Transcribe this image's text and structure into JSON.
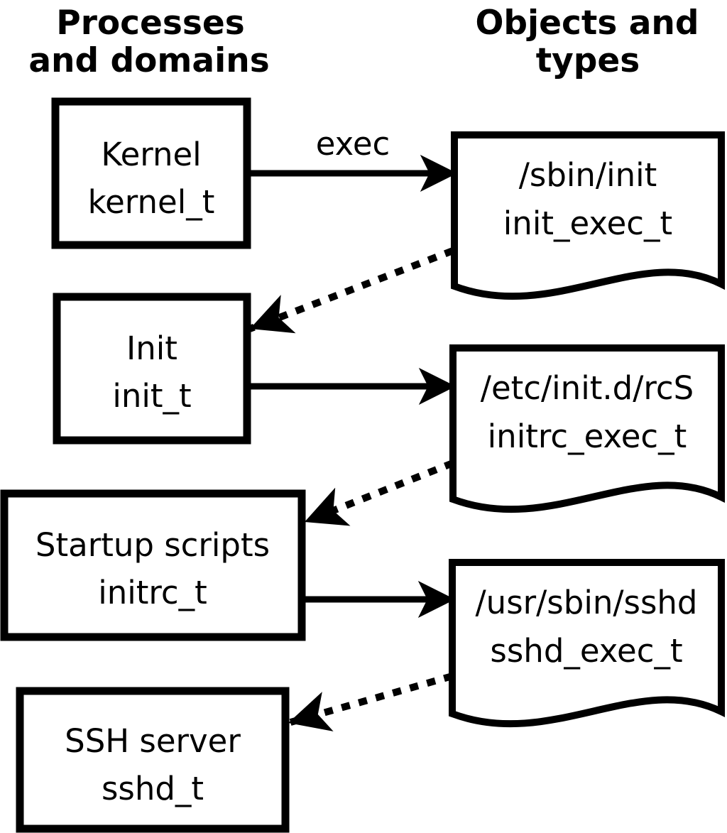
{
  "columns": {
    "left": {
      "line1": "Processes",
      "line2": "and domains"
    },
    "right": {
      "line1": "Objects and",
      "line2": "types"
    }
  },
  "processes": [
    {
      "line1": "Kernel",
      "line2": "kernel_t"
    },
    {
      "line1": "Init",
      "line2": "init_t"
    },
    {
      "line1": "Startup scripts",
      "line2": "initrc_t"
    },
    {
      "line1": "SSH server",
      "line2": "sshd_t"
    }
  ],
  "objects": [
    {
      "line1": "/sbin/init",
      "line2": "init_exec_t"
    },
    {
      "line1": "/etc/init.d/rcS",
      "line2": "initrc_exec_t"
    },
    {
      "line1": "/usr/sbin/sshd",
      "line2": "sshd_exec_t"
    }
  ],
  "edges": [
    {
      "from": "Kernel kernel_t",
      "to": "/sbin/init init_exec_t",
      "style": "solid",
      "label": "exec"
    },
    {
      "from": "/sbin/init init_exec_t",
      "to": "Init init_t",
      "style": "dotted",
      "label": ""
    },
    {
      "from": "Init init_t",
      "to": "/etc/init.d/rcS initrc_exec_t",
      "style": "solid",
      "label": ""
    },
    {
      "from": "/etc/init.d/rcS initrc_exec_t",
      "to": "Startup scripts initrc_t",
      "style": "dotted",
      "label": ""
    },
    {
      "from": "Startup scripts initrc_t",
      "to": "/usr/sbin/sshd sshd_exec_t",
      "style": "solid",
      "label": ""
    },
    {
      "from": "/usr/sbin/sshd sshd_exec_t",
      "to": "SSH server sshd_t",
      "style": "dotted",
      "label": ""
    }
  ],
  "colors": {
    "foreground": "#000000",
    "background": "#ffffff"
  }
}
